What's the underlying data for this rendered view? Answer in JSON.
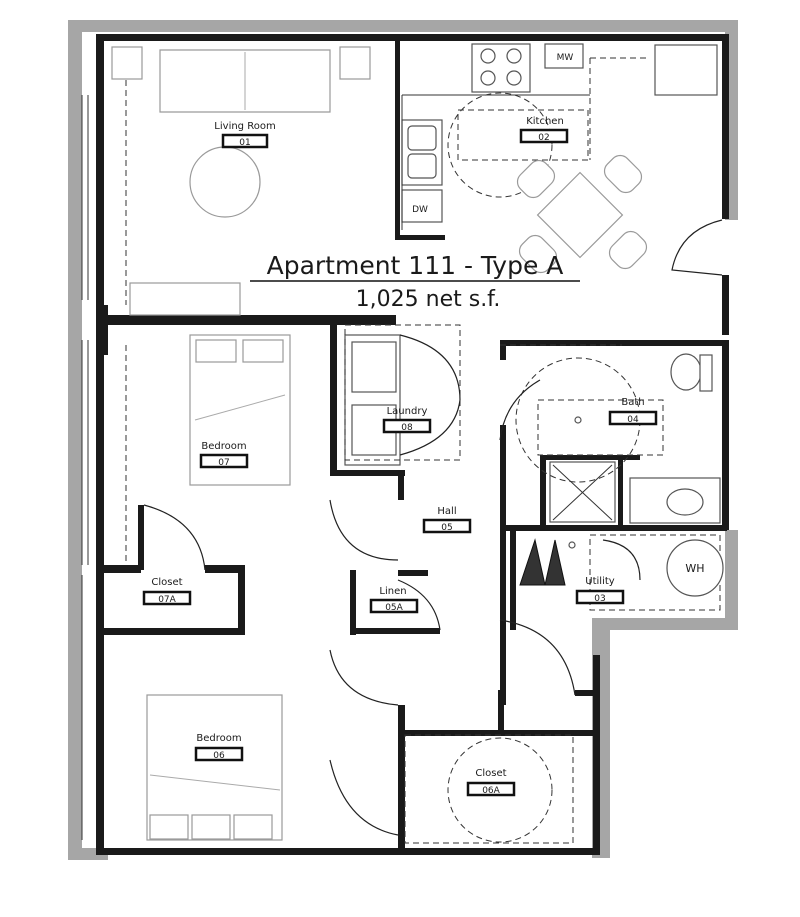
{
  "plan": {
    "title": "Apartment 111 - Type A",
    "area": "1,025 net s.f."
  },
  "rooms": [
    {
      "key": "living",
      "name": "Living Room",
      "number": "01"
    },
    {
      "key": "kitchen",
      "name": "Kitchen",
      "number": "02"
    },
    {
      "key": "bath",
      "name": "Bath",
      "number": "04"
    },
    {
      "key": "laundry",
      "name": "Laundry",
      "number": "08"
    },
    {
      "key": "bedroom07",
      "name": "Bedroom",
      "number": "07"
    },
    {
      "key": "hall",
      "name": "Hall",
      "number": "05"
    },
    {
      "key": "closet07a",
      "name": "Closet",
      "number": "07A"
    },
    {
      "key": "linen",
      "name": "Linen",
      "number": "05A"
    },
    {
      "key": "utility",
      "name": "Utility",
      "number": "03"
    },
    {
      "key": "bedroom06",
      "name": "Bedroom",
      "number": "06"
    },
    {
      "key": "closet06a",
      "name": "Closet",
      "number": "06A"
    }
  ],
  "appliances": {
    "microwave": "MW",
    "dishwasher": "DW",
    "water_heater": "WH"
  }
}
